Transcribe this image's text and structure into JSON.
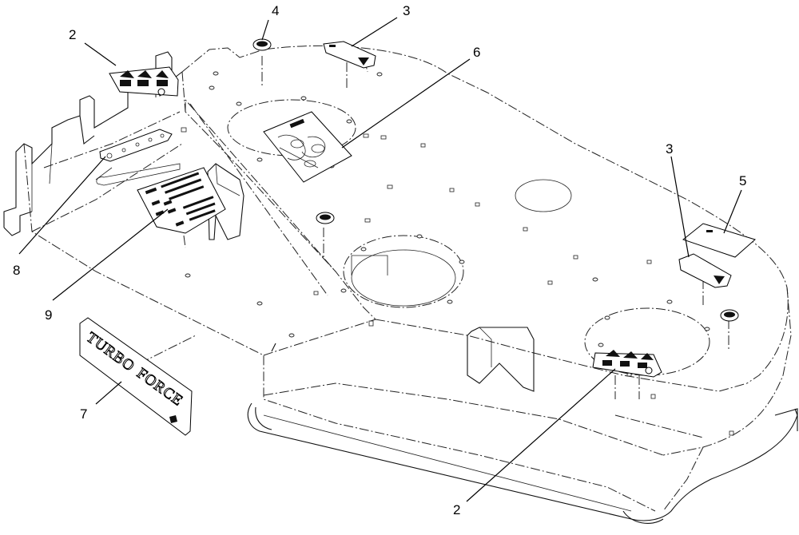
{
  "callouts": [
    {
      "id": "c2a",
      "label": "2"
    },
    {
      "id": "c4",
      "label": "4"
    },
    {
      "id": "c3a",
      "label": "3"
    },
    {
      "id": "c6",
      "label": "6"
    },
    {
      "id": "c3b",
      "label": "3"
    },
    {
      "id": "c5",
      "label": "5"
    },
    {
      "id": "c8",
      "label": "8"
    },
    {
      "id": "c9",
      "label": "9"
    },
    {
      "id": "c7",
      "label": "7"
    },
    {
      "id": "c2b",
      "label": "2"
    }
  ],
  "brand_decal": {
    "word1": "TURBO",
    "word2": "FORCE"
  }
}
